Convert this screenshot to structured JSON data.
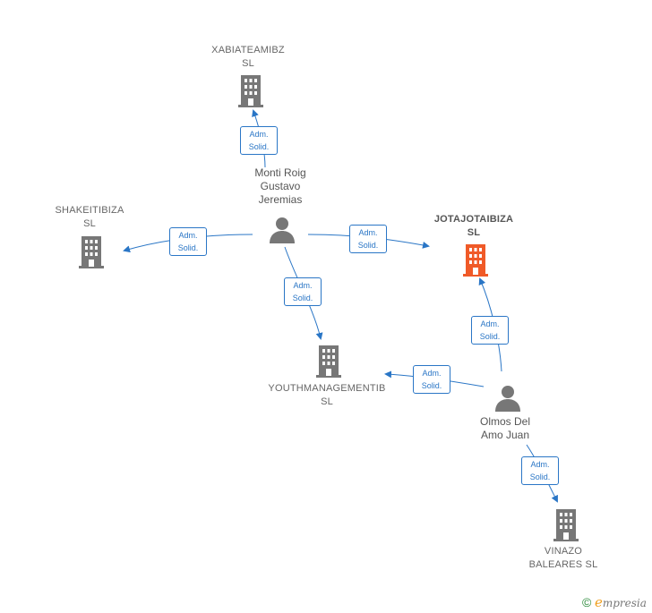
{
  "colors": {
    "link": "#2a76c6",
    "company": "#777777",
    "highlight": "#f05a28",
    "person": "#777777"
  },
  "nodes": {
    "xabiateamibz": {
      "line1": "XABIATEAMIBZ",
      "line2": "SL",
      "icon": "building-icon"
    },
    "shakeitibiza": {
      "line1": "SHAKEITIBIZA",
      "line2": "SL",
      "icon": "building-icon"
    },
    "jotajotaibiza": {
      "line1": "JOTAJOTAIBIZA",
      "line2": "SL",
      "icon": "building-icon"
    },
    "youthmanagementib": {
      "line1": "YOUTHMANAGEMENTIB",
      "line2": "SL",
      "icon": "building-icon"
    },
    "vinazo": {
      "line1": "VINAZO",
      "line2": "BALEARES  SL",
      "icon": "building-icon"
    },
    "monti": {
      "line1": "Monti Roig",
      "line2": "Gustavo",
      "line3": "Jeremias",
      "icon": "person-icon"
    },
    "olmos": {
      "line1": "Olmos Del",
      "line2": "Amo Juan",
      "icon": "person-icon"
    }
  },
  "relations": {
    "label_line1": "Adm.",
    "label_line2": "Solid."
  },
  "footer": {
    "copyright": "©",
    "brand_initial": "e",
    "brand_rest": "mpresia"
  }
}
